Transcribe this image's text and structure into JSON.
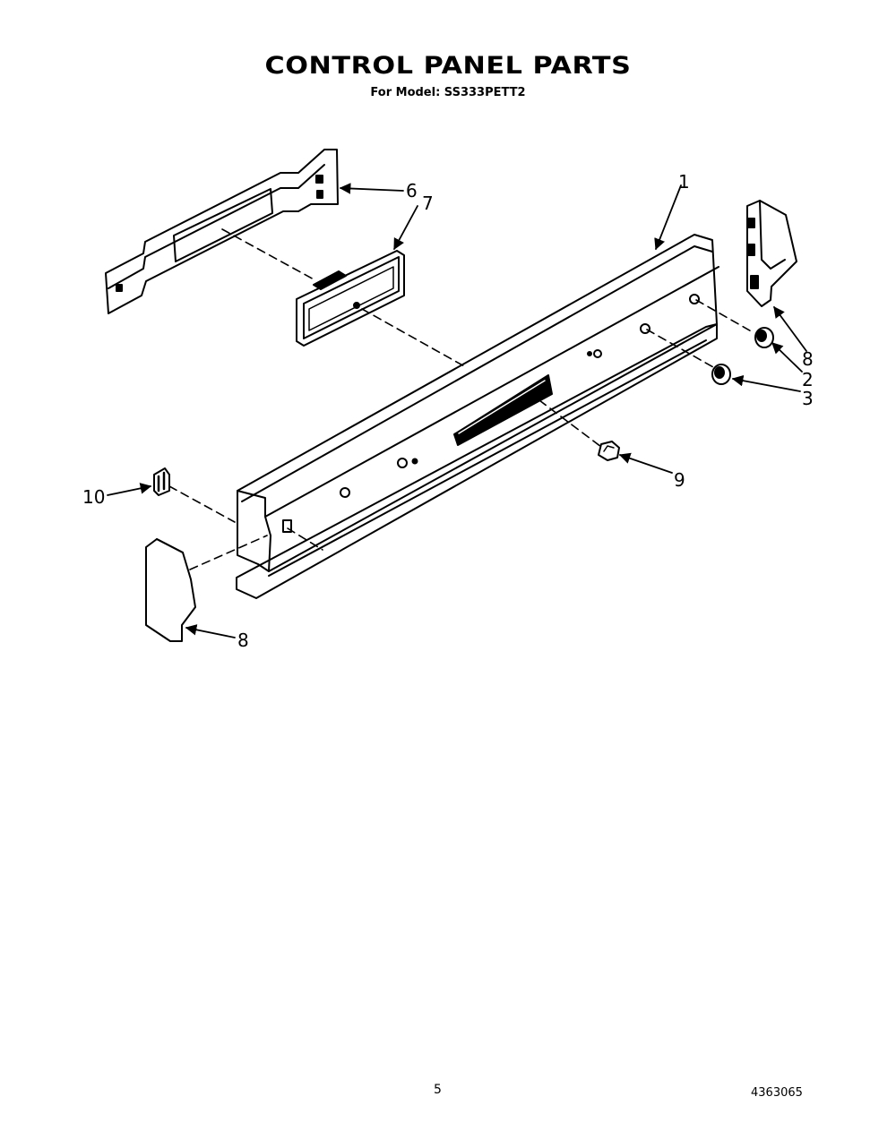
{
  "header": {
    "title": "CONTROL PANEL PARTS",
    "model_line": "For Model: SS333PETT2"
  },
  "callouts": {
    "c1": "1",
    "c2": "2",
    "c3": "3",
    "c6": "6",
    "c7": "7",
    "c8_right": "8",
    "c8_left": "8",
    "c9": "9",
    "c10": "10"
  },
  "footer": {
    "page_number": "5",
    "document_number": "4363065"
  }
}
